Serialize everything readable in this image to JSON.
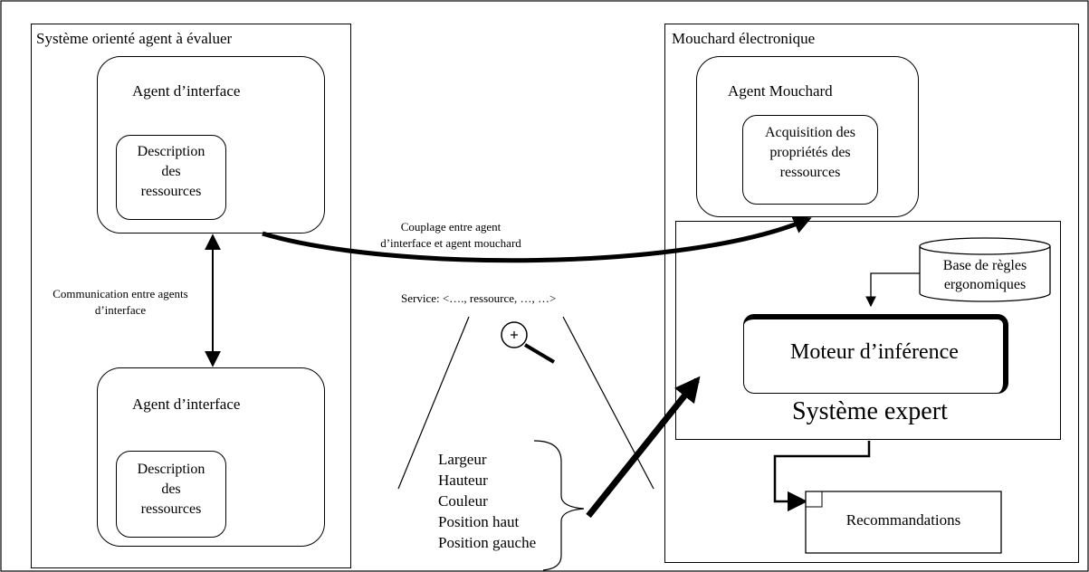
{
  "diagram": {
    "left_panel": {
      "title": "Système orienté agent à évaluer",
      "agent_top": {
        "title": "Agent d’interface",
        "inner": "Description\ndes\nressources"
      },
      "agent_bottom": {
        "title": "Agent d’interface",
        "inner": "Description\ndes\nressources"
      },
      "communication_label": "Communication entre agents\nd’interface"
    },
    "right_panel": {
      "title": "Mouchard électronique",
      "agent_mouchard": {
        "title": "Agent Mouchard",
        "inner": "Acquisition des\npropriétés des\nressources"
      },
      "expert_system": {
        "title": "Système expert",
        "engine": "Moteur d’inférence",
        "rules_db": "Base de règles\nergonomiques"
      },
      "recommendations": "Recommandations"
    },
    "coupling_label": "Couplage entre agent\nd’interface et agent mouchard",
    "service_label": "Service: <…., ressource, …, …>",
    "properties": [
      "Largeur",
      "Hauteur",
      "Couleur",
      "Position haut",
      "Position gauche"
    ]
  }
}
